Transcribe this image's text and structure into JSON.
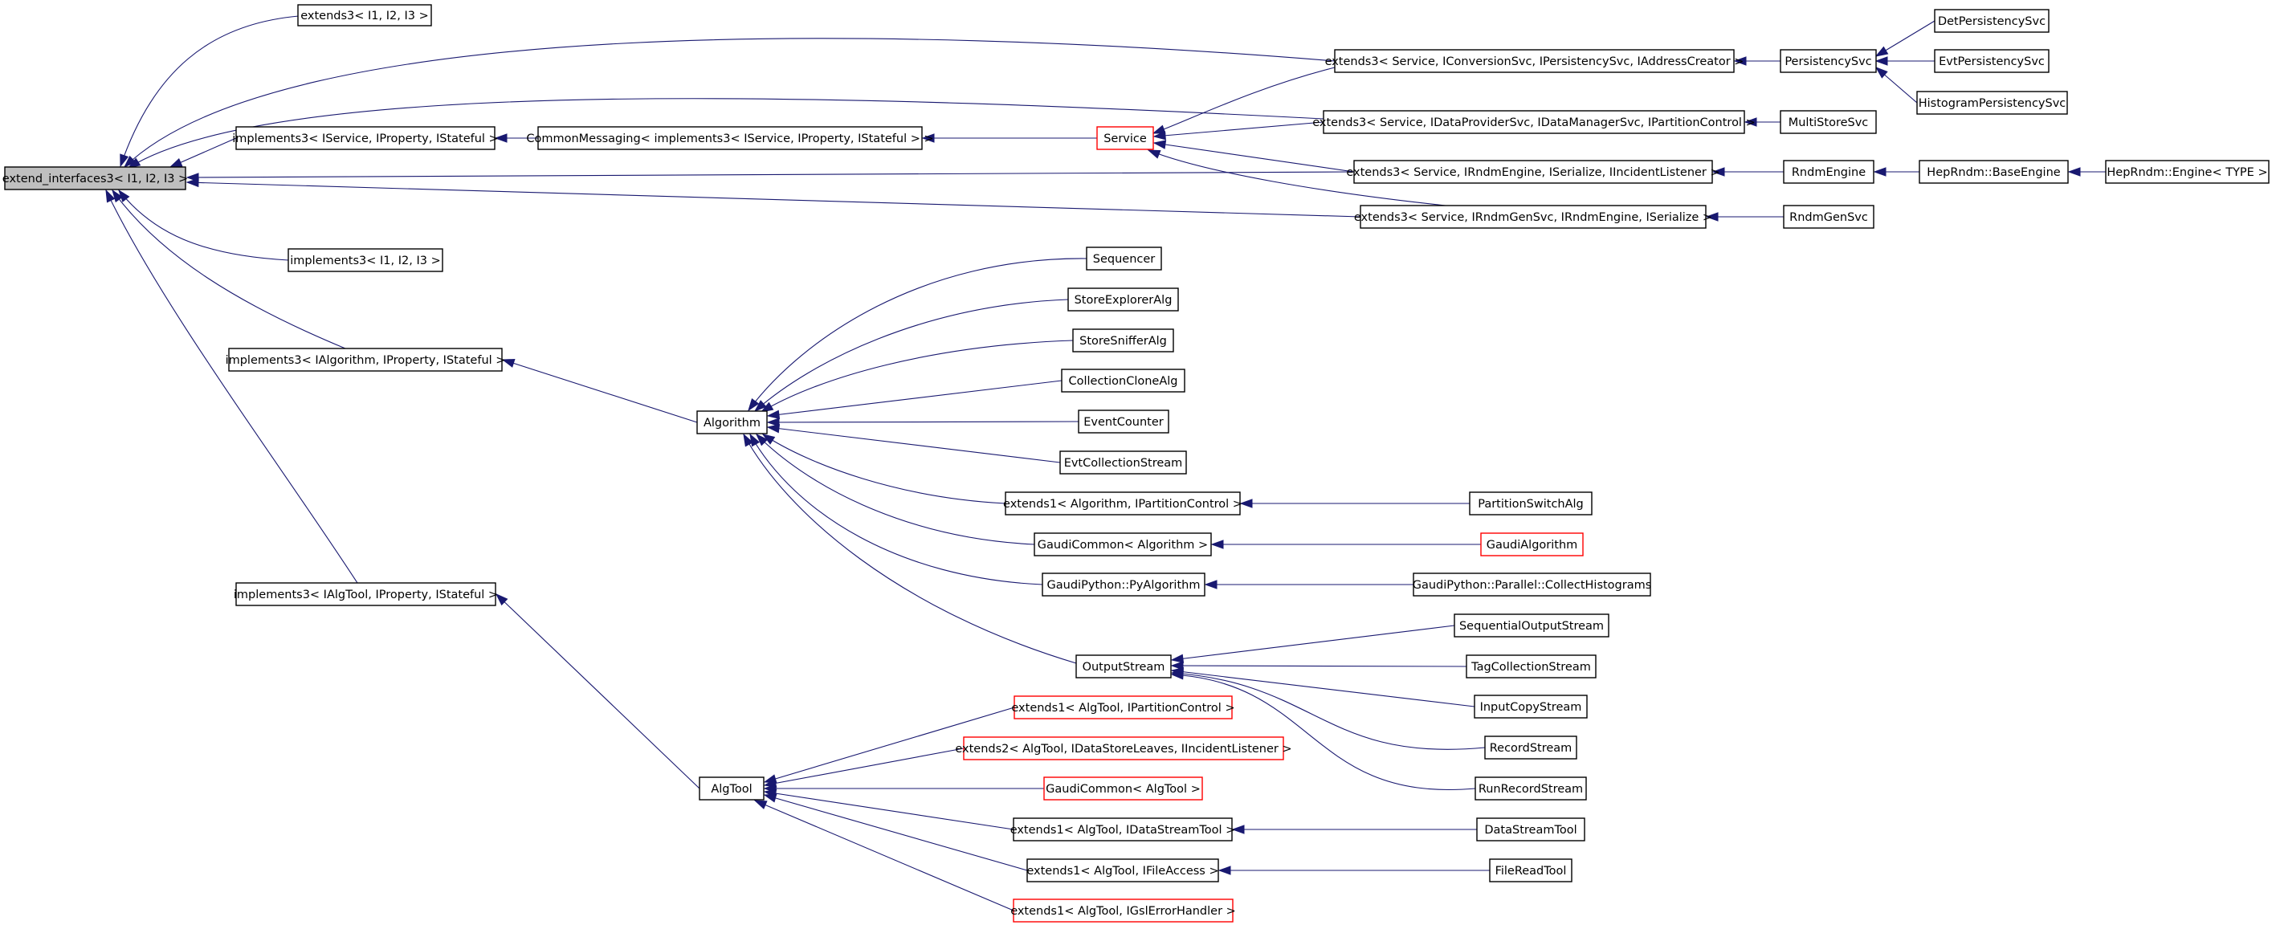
{
  "diagram": {
    "nodes": [
      {
        "id": "root",
        "label": "extend_interfaces3< I1, I2, I3 >",
        "style": "root"
      },
      {
        "id": "ext_i123",
        "label": "extends3< I1, I2, I3 >",
        "style": "normal"
      },
      {
        "id": "ext_conv",
        "label": "extends3< Service, IConversionSvc, IPersistencySvc, IAddressCreator >",
        "style": "normal"
      },
      {
        "id": "persistency",
        "label": "PersistencySvc",
        "style": "normal"
      },
      {
        "id": "detpers",
        "label": "DetPersistencySvc",
        "style": "normal"
      },
      {
        "id": "evtpers",
        "label": "EvtPersistencySvc",
        "style": "normal"
      },
      {
        "id": "histpers",
        "label": "HistogramPersistencySvc",
        "style": "normal"
      },
      {
        "id": "ext_dataprov",
        "label": "extends3< Service, IDataProviderSvc, IDataManagerSvc, IPartitionControl >",
        "style": "normal"
      },
      {
        "id": "multistore",
        "label": "MultiStoreSvc",
        "style": "normal"
      },
      {
        "id": "impl_svc",
        "label": "implements3< IService, IProperty, IStateful >",
        "style": "normal"
      },
      {
        "id": "commonmsg",
        "label": "CommonMessaging< implements3< IService, IProperty, IStateful > >",
        "style": "normal"
      },
      {
        "id": "service",
        "label": "Service",
        "style": "red"
      },
      {
        "id": "ext_rndm",
        "label": "extends3< Service, IRndmEngine, ISerialize, IIncidentListener >",
        "style": "normal"
      },
      {
        "id": "rndmengine",
        "label": "RndmEngine",
        "style": "normal"
      },
      {
        "id": "baseengine",
        "label": "HepRndm::BaseEngine",
        "style": "normal"
      },
      {
        "id": "engine",
        "label": "HepRndm::Engine< TYPE >",
        "style": "normal"
      },
      {
        "id": "ext_rndmgen",
        "label": "extends3< Service, IRndmGenSvc, IRndmEngine, ISerialize >",
        "style": "normal"
      },
      {
        "id": "rndmgensvc",
        "label": "RndmGenSvc",
        "style": "normal"
      },
      {
        "id": "impl_i123",
        "label": "implements3< I1, I2, I3 >",
        "style": "normal"
      },
      {
        "id": "impl_alg",
        "label": "implements3< IAlgorithm, IProperty, IStateful >",
        "style": "normal"
      },
      {
        "id": "algorithm",
        "label": "Algorithm",
        "style": "normal"
      },
      {
        "id": "sequencer",
        "label": "Sequencer",
        "style": "normal"
      },
      {
        "id": "storeexplorer",
        "label": "StoreExplorerAlg",
        "style": "normal"
      },
      {
        "id": "storesniffer",
        "label": "StoreSnifferAlg",
        "style": "normal"
      },
      {
        "id": "collclone",
        "label": "CollectionCloneAlg",
        "style": "normal"
      },
      {
        "id": "eventcounter",
        "label": "EventCounter",
        "style": "normal"
      },
      {
        "id": "evtcollstream",
        "label": "EvtCollectionStream",
        "style": "normal"
      },
      {
        "id": "ext_algpart",
        "label": "extends1< Algorithm, IPartitionControl >",
        "style": "normal"
      },
      {
        "id": "partswitch",
        "label": "PartitionSwitchAlg",
        "style": "normal"
      },
      {
        "id": "gaudicommon_alg",
        "label": "GaudiCommon< Algorithm >",
        "style": "normal"
      },
      {
        "id": "gaudialgorithm",
        "label": "GaudiAlgorithm",
        "style": "red"
      },
      {
        "id": "pyalgorithm",
        "label": "GaudiPython::PyAlgorithm",
        "style": "normal"
      },
      {
        "id": "collecthist",
        "label": "GaudiPython::Parallel::CollectHistograms",
        "style": "normal"
      },
      {
        "id": "outputstream",
        "label": "OutputStream",
        "style": "normal"
      },
      {
        "id": "seqoutstream",
        "label": "SequentialOutputStream",
        "style": "normal"
      },
      {
        "id": "tagcollstream",
        "label": "TagCollectionStream",
        "style": "normal"
      },
      {
        "id": "inputcopy",
        "label": "InputCopyStream",
        "style": "normal"
      },
      {
        "id": "recordstream",
        "label": "RecordStream",
        "style": "normal"
      },
      {
        "id": "runrecord",
        "label": "RunRecordStream",
        "style": "normal"
      },
      {
        "id": "impl_tool",
        "label": "implements3< IAlgTool, IProperty, IStateful >",
        "style": "normal"
      },
      {
        "id": "algtool",
        "label": "AlgTool",
        "style": "normal"
      },
      {
        "id": "ext_toolpart",
        "label": "extends1< AlgTool, IPartitionControl >",
        "style": "red"
      },
      {
        "id": "ext2_tool",
        "label": "extends2< AlgTool, IDataStoreLeaves, IIncidentListener >",
        "style": "red"
      },
      {
        "id": "gaudicommon_tool",
        "label": "GaudiCommon< AlgTool >",
        "style": "red"
      },
      {
        "id": "ext_tooldst",
        "label": "extends1< AlgTool, IDataStreamTool >",
        "style": "normal"
      },
      {
        "id": "datastreamtool",
        "label": "DataStreamTool",
        "style": "normal"
      },
      {
        "id": "ext_toolfile",
        "label": "extends1< AlgTool, IFileAccess >",
        "style": "normal"
      },
      {
        "id": "filereadtool",
        "label": "FileReadTool",
        "style": "normal"
      },
      {
        "id": "ext_toolgsl",
        "label": "extends1< AlgTool, IGslErrorHandler >",
        "style": "red"
      }
    ],
    "edges": [
      {
        "from": "ext_i123",
        "to": "root"
      },
      {
        "from": "ext_conv",
        "to": "root"
      },
      {
        "from": "ext_dataprov",
        "to": "root"
      },
      {
        "from": "impl_svc",
        "to": "root"
      },
      {
        "from": "ext_rndm",
        "to": "root"
      },
      {
        "from": "ext_rndmgen",
        "to": "root"
      },
      {
        "from": "impl_i123",
        "to": "root"
      },
      {
        "from": "impl_alg",
        "to": "root"
      },
      {
        "from": "impl_tool",
        "to": "root"
      },
      {
        "from": "persistency",
        "to": "ext_conv"
      },
      {
        "from": "detpers",
        "to": "persistency"
      },
      {
        "from": "evtpers",
        "to": "persistency"
      },
      {
        "from": "histpers",
        "to": "persistency"
      },
      {
        "from": "multistore",
        "to": "ext_dataprov"
      },
      {
        "from": "commonmsg",
        "to": "impl_svc"
      },
      {
        "from": "service",
        "to": "commonmsg"
      },
      {
        "from": "ext_conv",
        "to": "service"
      },
      {
        "from": "ext_dataprov",
        "to": "service"
      },
      {
        "from": "ext_rndm",
        "to": "service"
      },
      {
        "from": "ext_rndmgen",
        "to": "service"
      },
      {
        "from": "rndmengine",
        "to": "ext_rndm"
      },
      {
        "from": "baseengine",
        "to": "rndmengine"
      },
      {
        "from": "engine",
        "to": "baseengine"
      },
      {
        "from": "rndmgensvc",
        "to": "ext_rndmgen"
      },
      {
        "from": "algorithm",
        "to": "impl_alg"
      },
      {
        "from": "sequencer",
        "to": "algorithm"
      },
      {
        "from": "storeexplorer",
        "to": "algorithm"
      },
      {
        "from": "storesniffer",
        "to": "algorithm"
      },
      {
        "from": "collclone",
        "to": "algorithm"
      },
      {
        "from": "eventcounter",
        "to": "algorithm"
      },
      {
        "from": "evtcollstream",
        "to": "algorithm"
      },
      {
        "from": "ext_algpart",
        "to": "algorithm"
      },
      {
        "from": "gaudicommon_alg",
        "to": "algorithm"
      },
      {
        "from": "pyalgorithm",
        "to": "algorithm"
      },
      {
        "from": "outputstream",
        "to": "algorithm"
      },
      {
        "from": "partswitch",
        "to": "ext_algpart"
      },
      {
        "from": "gaudialgorithm",
        "to": "gaudicommon_alg"
      },
      {
        "from": "collecthist",
        "to": "pyalgorithm"
      },
      {
        "from": "seqoutstream",
        "to": "outputstream"
      },
      {
        "from": "tagcollstream",
        "to": "outputstream"
      },
      {
        "from": "inputcopy",
        "to": "outputstream"
      },
      {
        "from": "recordstream",
        "to": "outputstream"
      },
      {
        "from": "runrecord",
        "to": "outputstream"
      },
      {
        "from": "algtool",
        "to": "impl_tool"
      },
      {
        "from": "ext_toolpart",
        "to": "algtool"
      },
      {
        "from": "ext2_tool",
        "to": "algtool"
      },
      {
        "from": "gaudicommon_tool",
        "to": "algtool"
      },
      {
        "from": "ext_tooldst",
        "to": "algtool"
      },
      {
        "from": "ext_toolfile",
        "to": "algtool"
      },
      {
        "from": "ext_toolgsl",
        "to": "algtool"
      },
      {
        "from": "datastreamtool",
        "to": "ext_tooldst"
      },
      {
        "from": "filereadtool",
        "to": "ext_toolfile"
      }
    ]
  },
  "colors": {
    "edge": "#191970",
    "node_border": "#000000",
    "node_border_highlight": "#ff0000",
    "root_fill": "#bfbfbf",
    "background": "#ffffff"
  }
}
